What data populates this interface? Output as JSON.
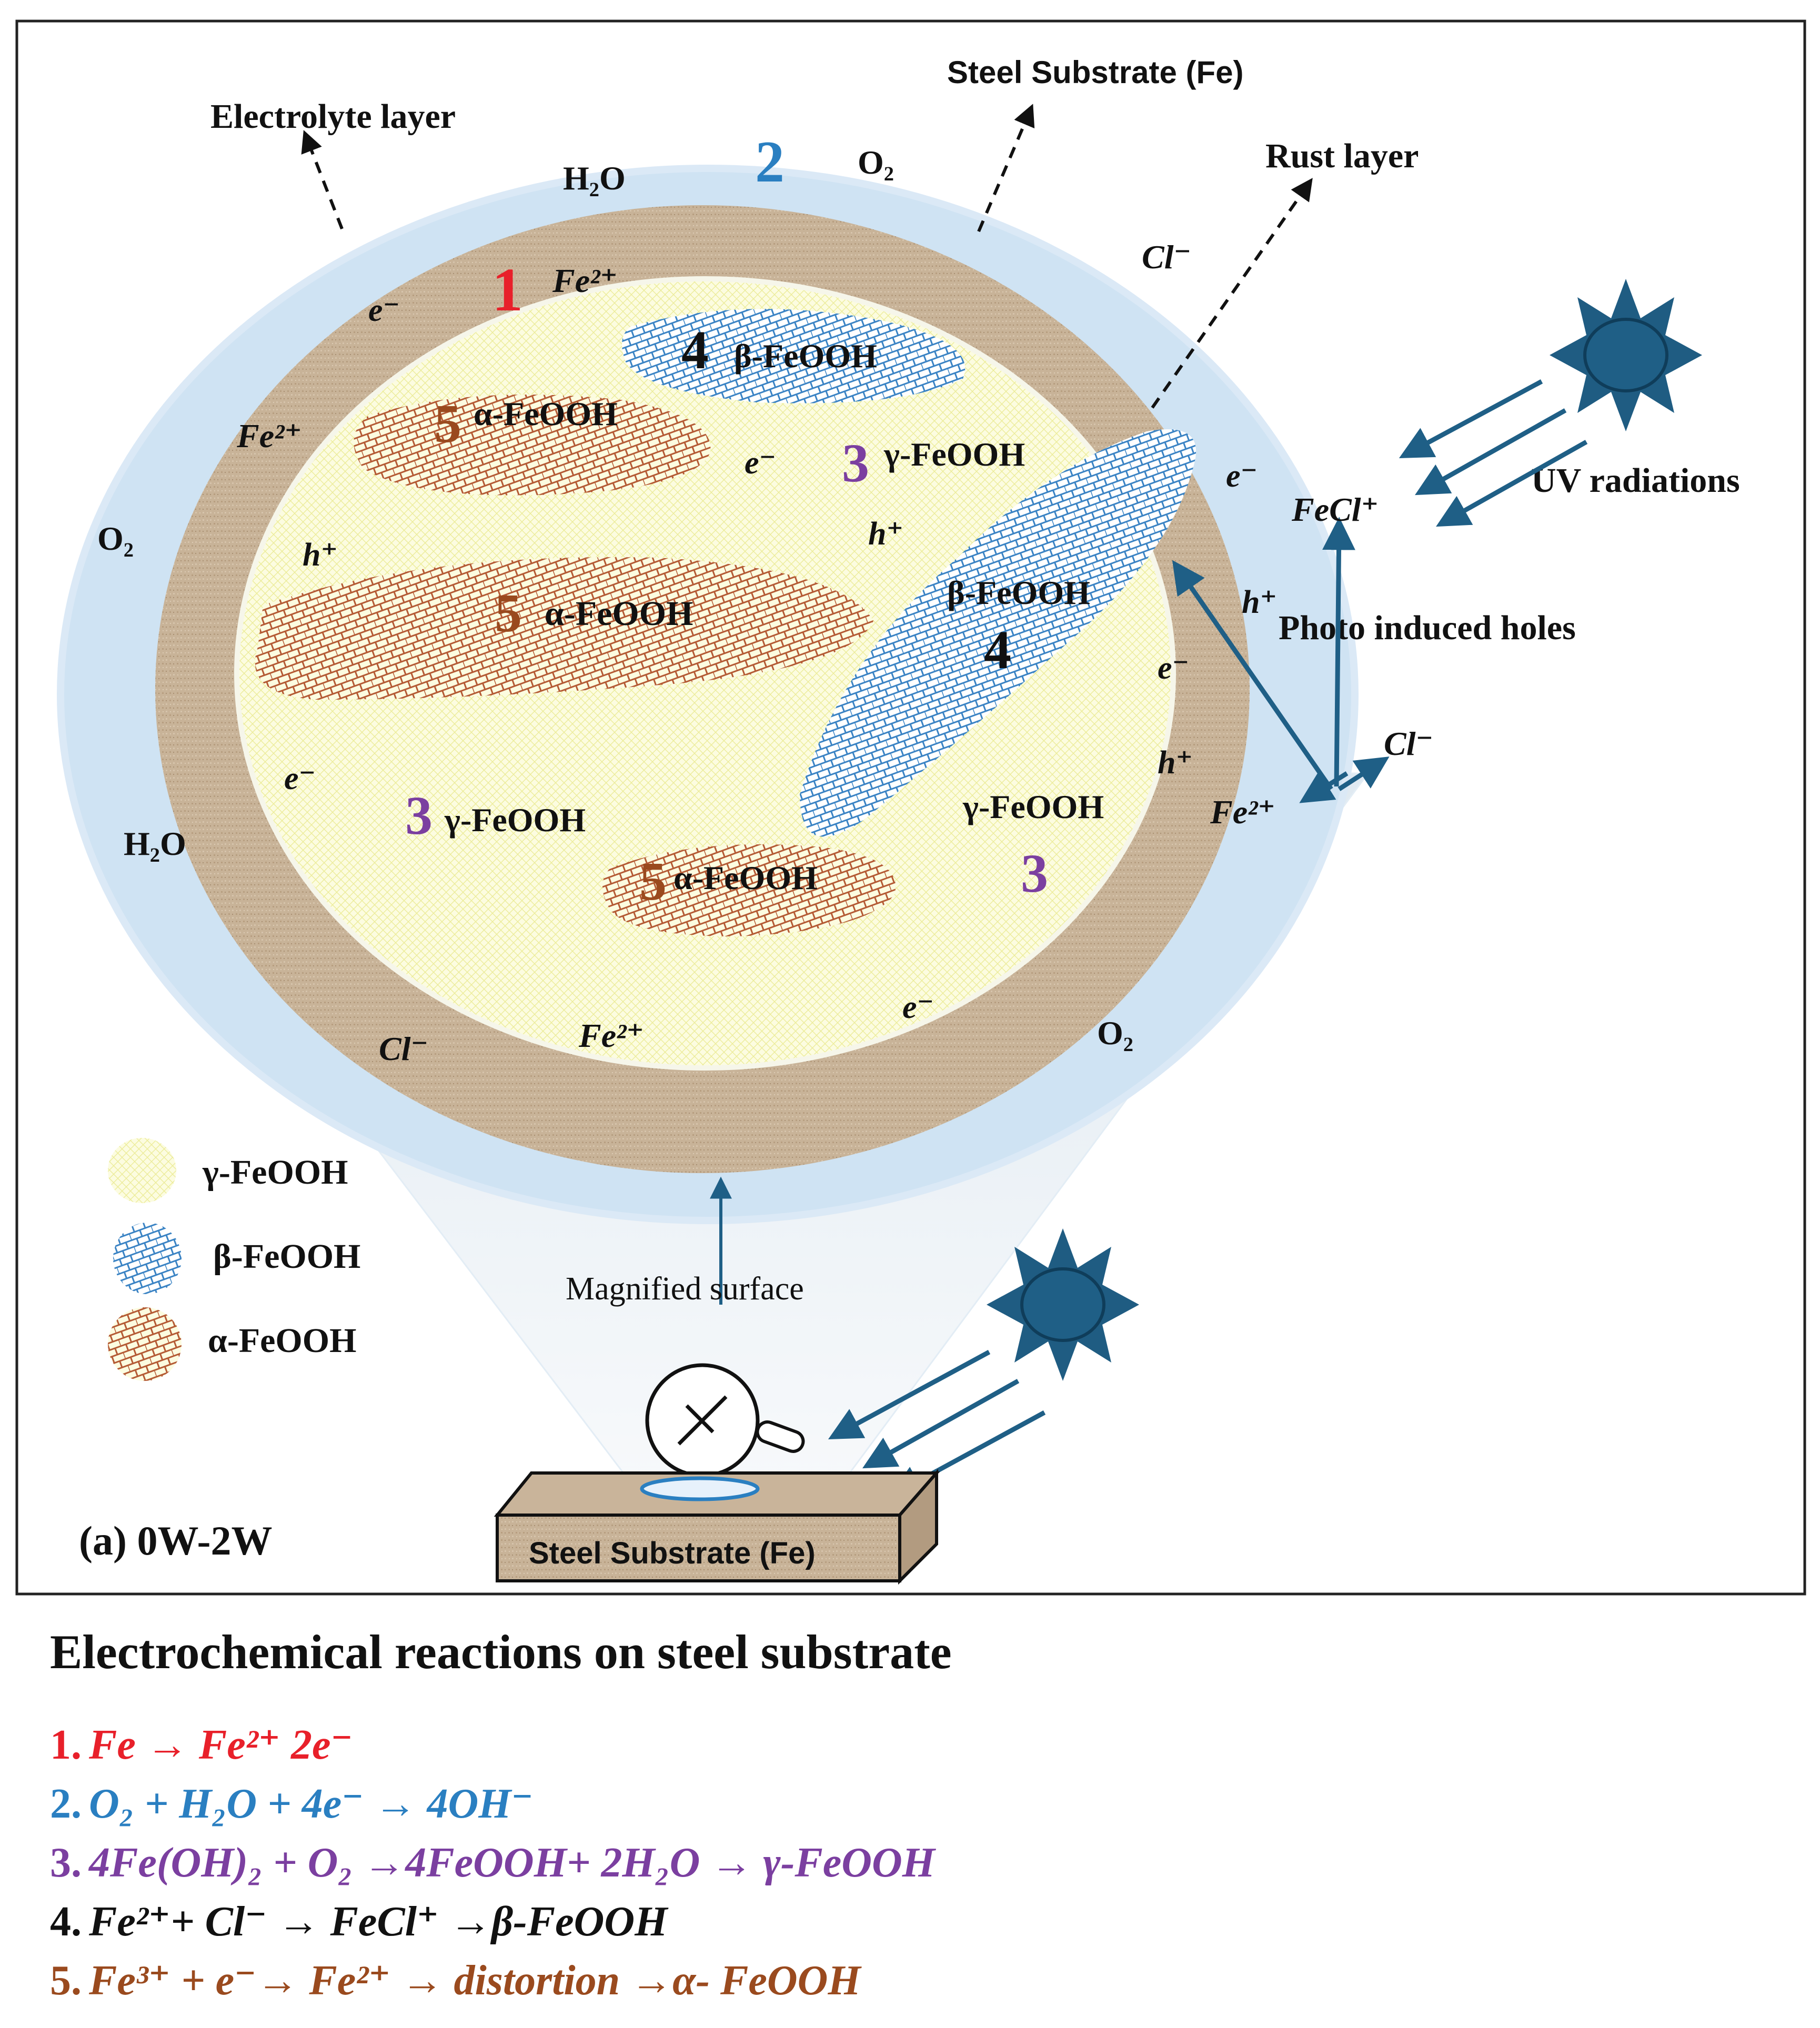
{
  "diagram": {
    "panel_label": "(a) 0W-2W",
    "callouts": {
      "electrolyte": "Electrolyte layer",
      "steel_top": "Steel Substrate (Fe)",
      "rust": "Rust layer",
      "uv": "UV radiations",
      "holes": "Photo induced holes",
      "magnified": "Magnified surface",
      "slab": "Steel Substrate (Fe)"
    },
    "species": {
      "h2o": "H₂O",
      "o2": "O₂",
      "cl": "Cl⁻",
      "fe2": "Fe²⁺",
      "e": "e⁻",
      "h": "h⁺",
      "fecl": "FeCl⁺"
    },
    "step_numbers": [
      "1",
      "2",
      "3",
      "4",
      "5"
    ],
    "phase_names": {
      "gamma": "γ-FeOOH",
      "beta": "β-FeOOH",
      "alpha": "α-FeOOH"
    },
    "legend": [
      "γ-FeOOH",
      "β-FeOOH",
      "α-FeOOH"
    ]
  },
  "colors": {
    "step1": "#e8202a",
    "step2": "#2a7fc1",
    "step3": "#7b3fa0",
    "step4": "#111111",
    "step5": "#9a4a1e",
    "arrow": "#1f5f86",
    "electrolyte": "#cfe3f3",
    "rust_layer": "#c9b49a",
    "core": "#fbfbd8"
  },
  "reactions": {
    "title": "Electrochemical reactions on steel substrate",
    "items": [
      {
        "num": "1.",
        "text": "Fe → Fe²⁺ 2e⁻"
      },
      {
        "num": "2.",
        "text": "O₂ + H₂O + 4e⁻ → 4OH⁻"
      },
      {
        "num": "3.",
        "text": "4Fe(OH)₂ + O₂ →4FeOOH+ 2H₂O → γ-FeOOH"
      },
      {
        "num": "4.",
        "text": "Fe²⁺+ Cl⁻ → FeCl⁺ →β-FeOOH"
      },
      {
        "num": "5.",
        "text": "Fe³⁺ + e⁻→ Fe²⁺ → distortion →α- FeOOH"
      }
    ]
  }
}
